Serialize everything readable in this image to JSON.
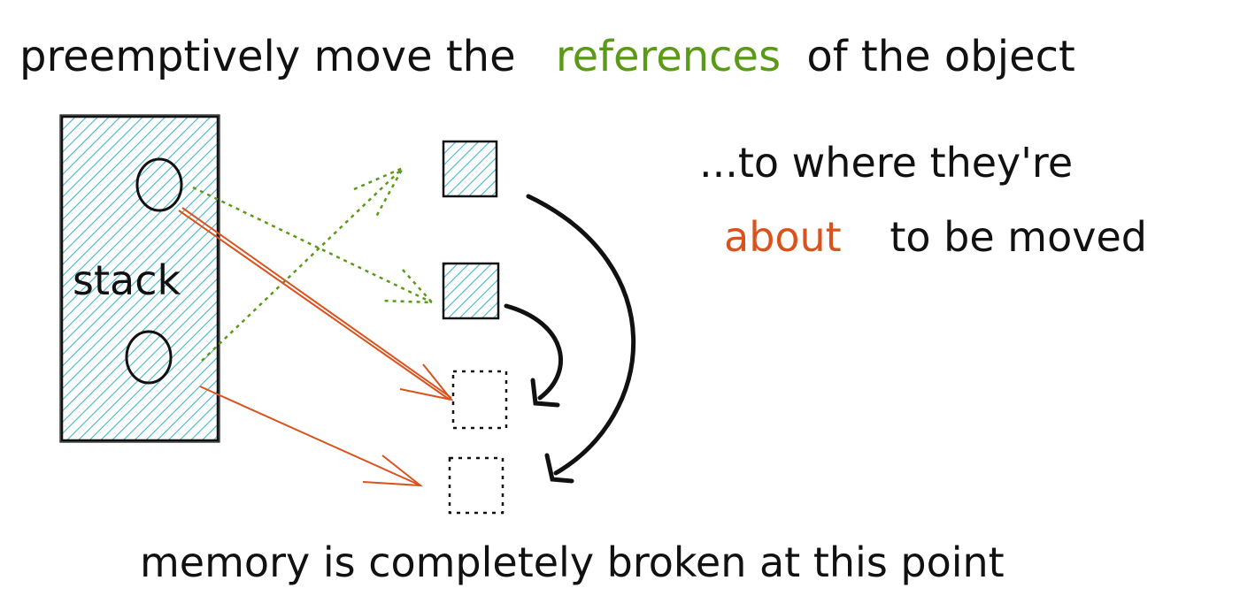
{
  "title": {
    "prefix": "preemptively move the",
    "highlight": "references",
    "suffix": "of the object"
  },
  "note": {
    "line1": "...to where they're",
    "highlight": "about",
    "line2_suffix": "to be moved"
  },
  "stack_label": "stack",
  "footer": "memory is completely broken at this point",
  "colors": {
    "ink": "#111111",
    "stack_fill": "#43b5c9",
    "reference_green": "#5a9a16",
    "about_orange": "#d9531e"
  }
}
